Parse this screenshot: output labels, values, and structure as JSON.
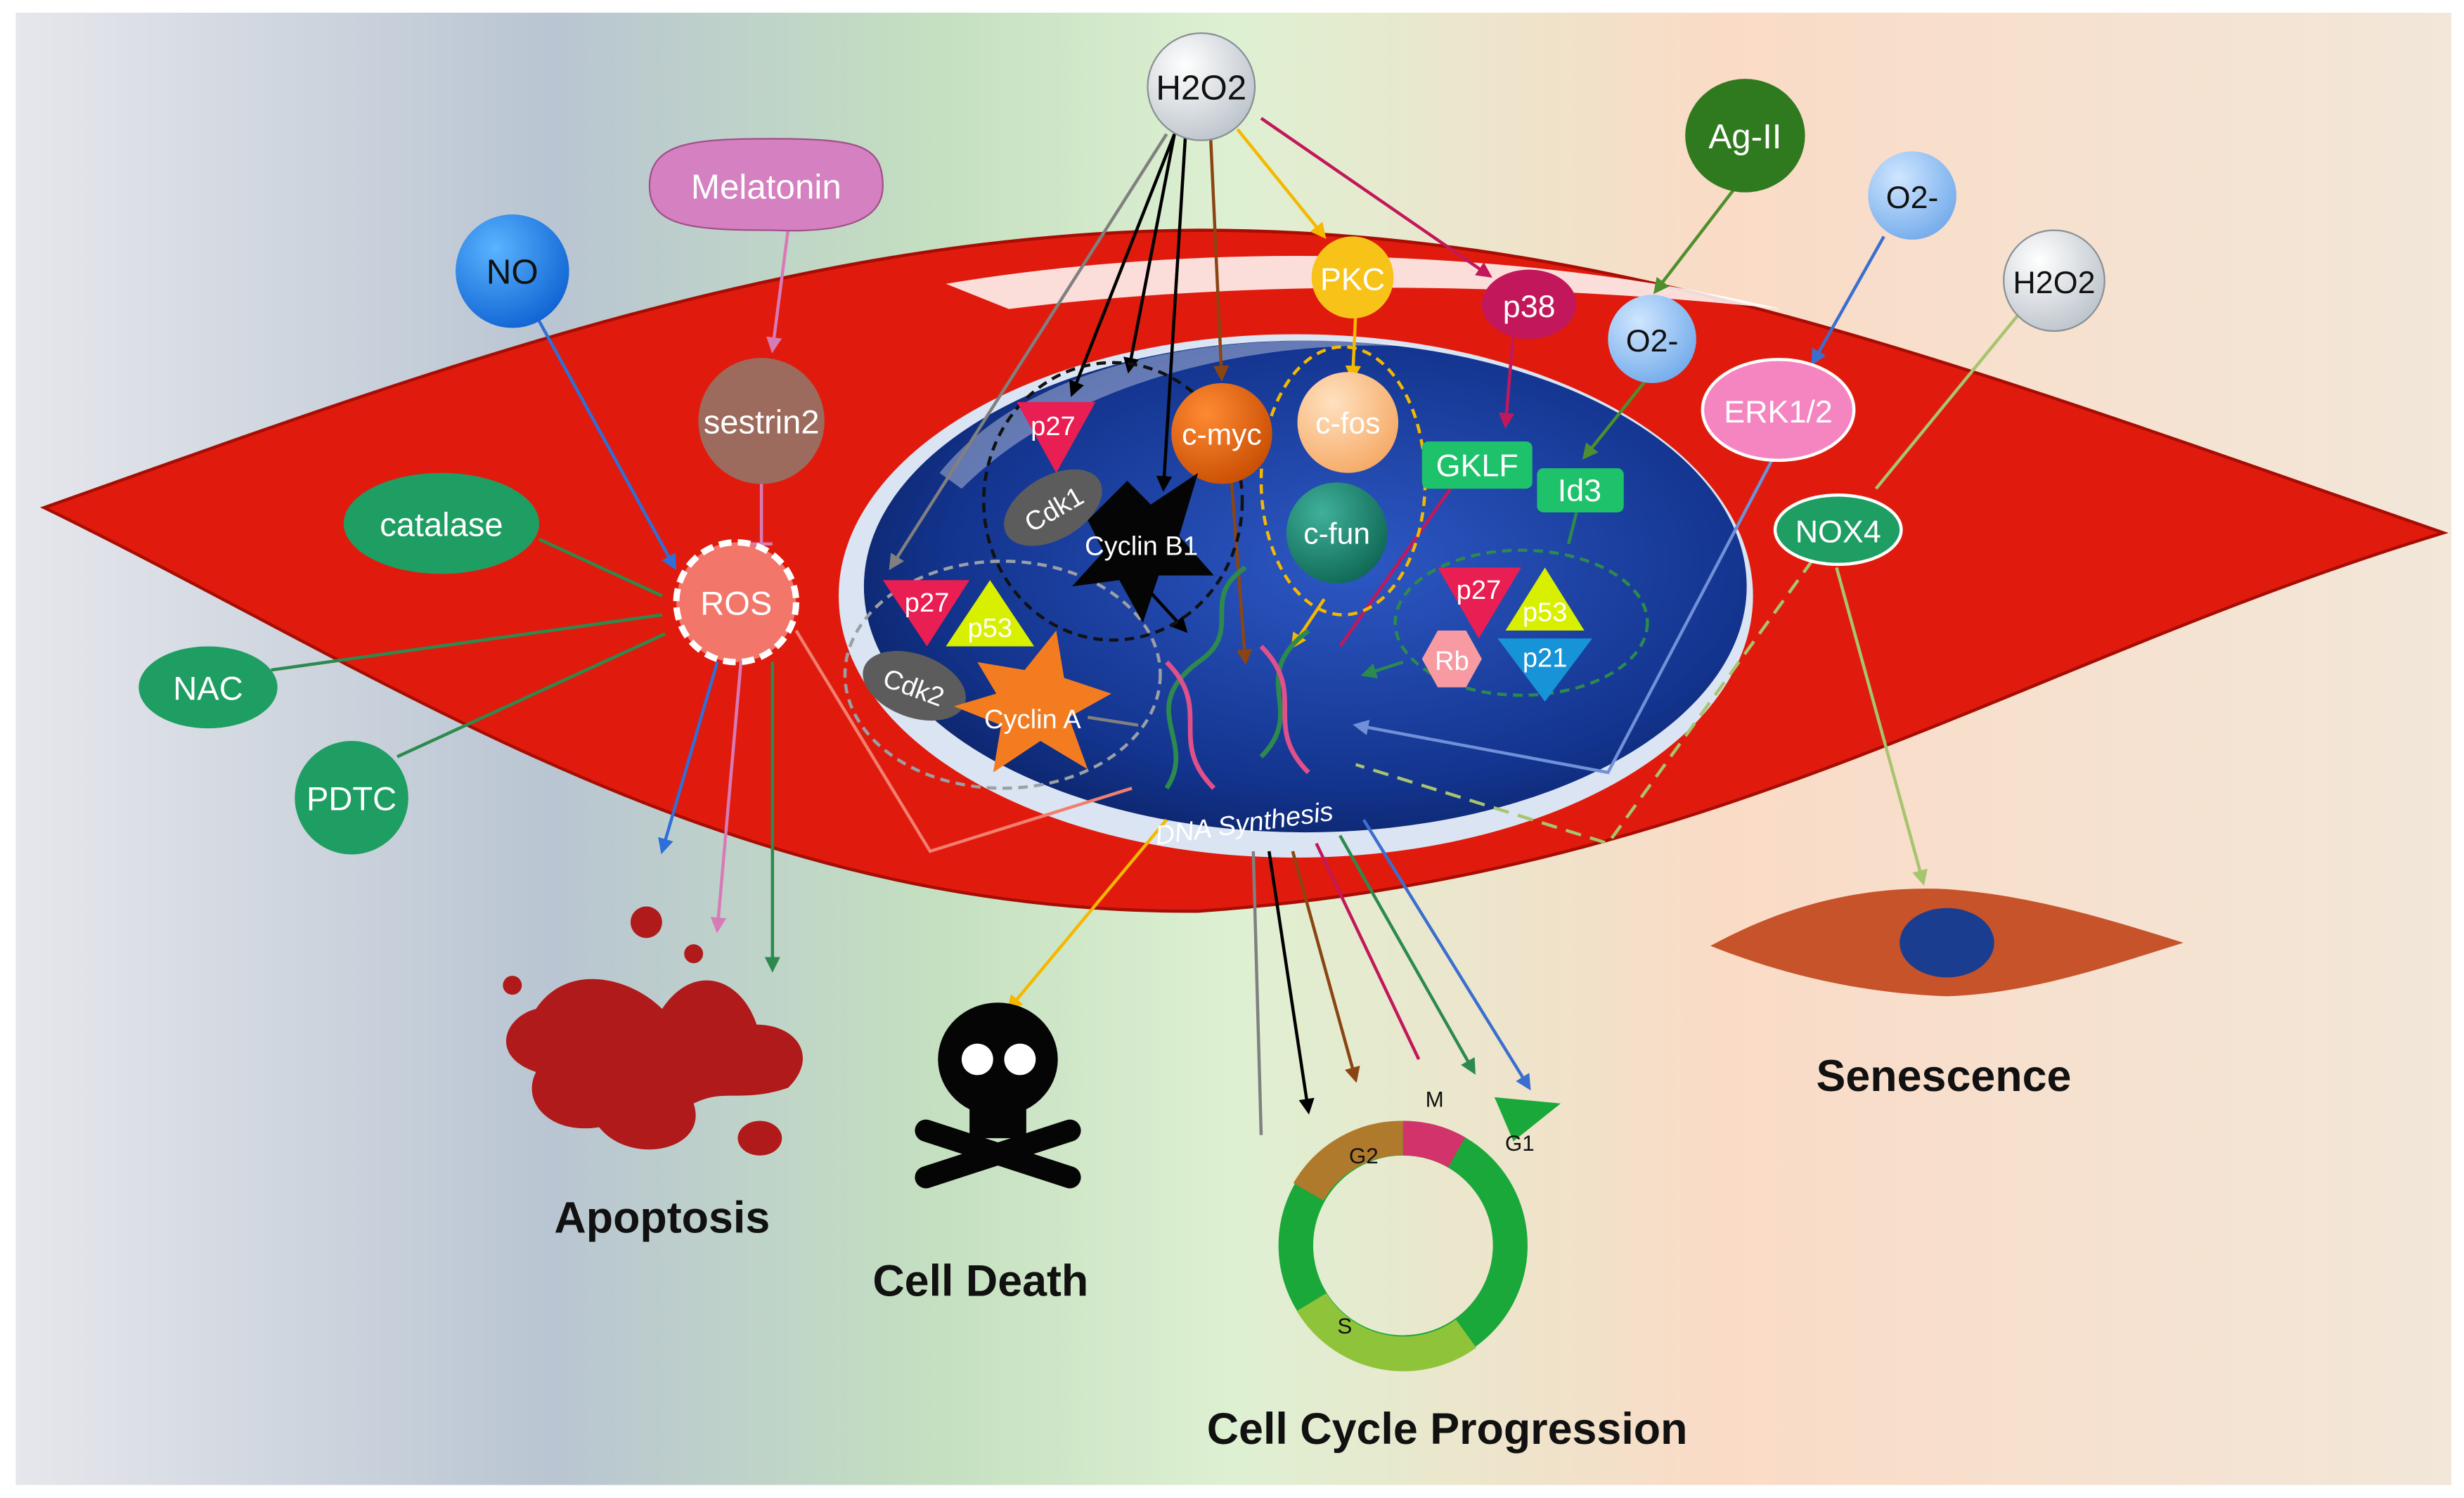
{
  "colors": {
    "cell": "#e11c0e",
    "nucleus": "#12338f",
    "bg_left": "#b7c2d0",
    "bg_mid": "#c6e2c0",
    "bg_right": "#f9dcc8"
  },
  "molecules": {
    "h2o2_top": "H2O2",
    "melatonin": "Melatonin",
    "no": "NO",
    "ag2": "Ag-II",
    "o2_right": "O2-",
    "h2o2_right": "H2O2",
    "sestrin2": "sestrin2",
    "catalase": "catalase",
    "ros": "ROS",
    "nac": "NAC",
    "pdtc": "PDTC",
    "pkc": "PKC",
    "p38": "p38",
    "o2_inner": "O2-",
    "erk": "ERK1/2",
    "nox4": "NOX4",
    "cmyc": "c-myc",
    "cfos": "c-fos",
    "cfun": "c-fun",
    "gklf": "GKLF",
    "id3": "Id3",
    "p27_top": "p27",
    "cdk1": "Cdk1",
    "cyclin_b1": "Cyclin B1",
    "p27_left": "p27",
    "p53_left": "p53",
    "cdk2": "Cdk2",
    "cyclin_a": "Cyclin A",
    "p27_right": "p27",
    "p53_right": "p53",
    "rb": "Rb",
    "p21": "p21",
    "dna_synthesis": "DNA Synthesis"
  },
  "outcomes": {
    "apoptosis": "Apoptosis",
    "cell_death": "Cell Death",
    "cell_cycle": "Cell Cycle Progression",
    "senescence": "Senescence"
  },
  "cell_cycle_phases": {
    "g2": "G2",
    "m": "M",
    "g1": "G1",
    "s": "S"
  }
}
